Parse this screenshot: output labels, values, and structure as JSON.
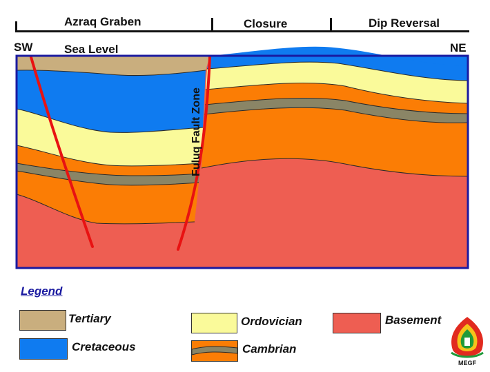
{
  "header": {
    "regions": [
      "Azraq Graben",
      "Closure",
      "Dip Reversal"
    ],
    "left_end": "SW",
    "right_end": "NE",
    "datum": "Sea Level"
  },
  "section": {
    "fault_label": "Fuluq Fault Zone"
  },
  "legend": {
    "title": "Legend",
    "items": [
      "Tertiary",
      "Cretaceous",
      "Ordovician",
      "Cambrian",
      "Basement"
    ]
  },
  "colors": {
    "tertiary": "#c9ae7e",
    "cretaceous": "#0f7bf0",
    "ordovician": "#fafa9a",
    "cambrian": "#fb7d05",
    "cambrian_band": "#8a8566",
    "basement": "#ee5e52",
    "fault": "#e81212",
    "frame": "#1a1aa0"
  },
  "logo": {
    "text": "MEGF"
  }
}
